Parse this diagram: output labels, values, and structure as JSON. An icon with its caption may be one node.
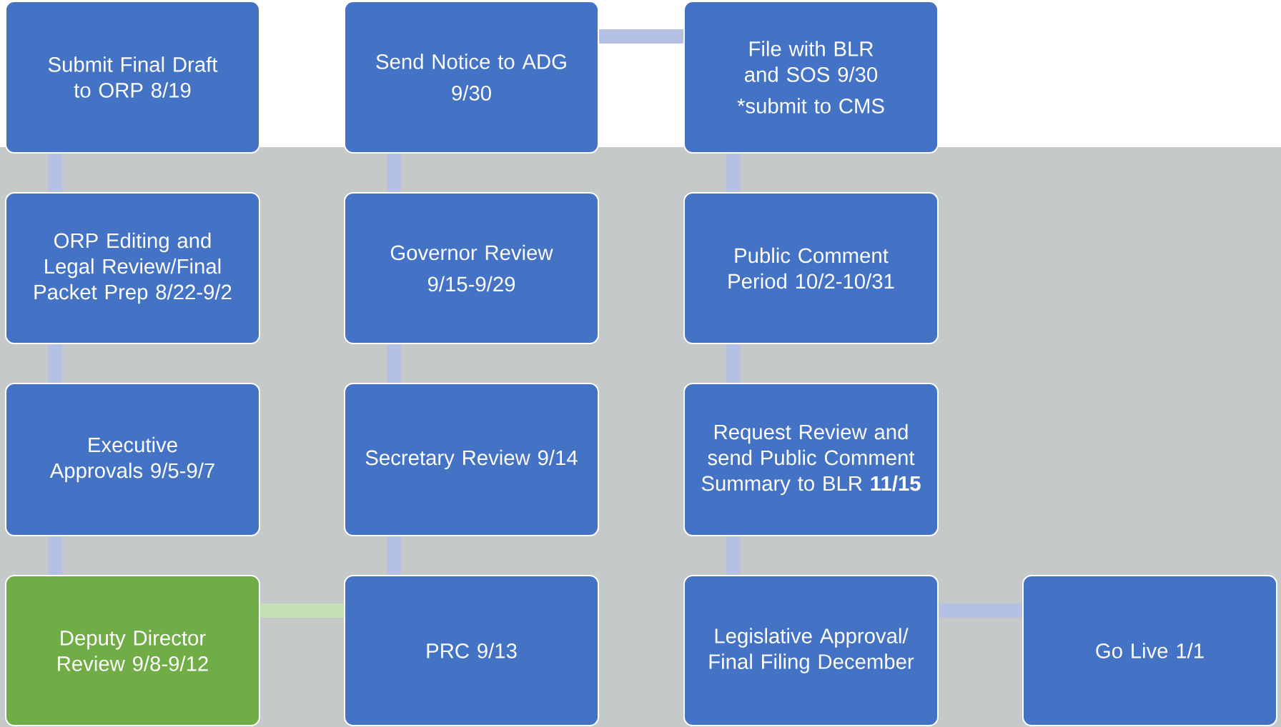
{
  "diagram": {
    "nodes": [
      {
        "text": [
          "Submit Final Draft to ORP 8/19"
        ]
      },
      {
        "text": [
          "Send Notice to ADG",
          "9/30"
        ]
      },
      {
        "text": [
          "File with BLR and SOS 9/30",
          "*submit to CMS"
        ]
      },
      {
        "text": [
          "ORP Editing and Legal Review/Final Packet Prep 8/22-9/2"
        ]
      },
      {
        "text": [
          "Governor Review",
          "9/15-9/29"
        ]
      },
      {
        "text": [
          "Public Comment Period 10/2-10/31"
        ]
      },
      {
        "text": [
          "Executive Approvals 9/5-9/7"
        ]
      },
      {
        "text": [
          "Secretary Review 9/14"
        ]
      },
      {
        "text": [
          "Request Review and send Public Comment Summary to BLR **11/15**"
        ]
      },
      {
        "text": [
          "Deputy Director Review 9/8-9/12"
        ]
      },
      {
        "text": [
          "PRC 9/13"
        ]
      },
      {
        "text": [
          "Legislative Approval/ Final Filing December"
        ]
      },
      {
        "text": [
          "Go Live 1/1"
        ]
      }
    ],
    "edges": [
      {
        "from": 0,
        "to": 3,
        "arrow": "none"
      },
      {
        "from": 3,
        "to": 6,
        "arrow": "none"
      },
      {
        "from": 6,
        "to": 9,
        "arrow": "none"
      },
      {
        "from": 9,
        "to": 10,
        "arrow": "none",
        "color": "#c5e0b4"
      },
      {
        "from": 10,
        "to": 7,
        "arrow": "none"
      },
      {
        "from": 7,
        "to": 4,
        "arrow": "none"
      },
      {
        "from": 4,
        "to": 1,
        "arrow": "none"
      },
      {
        "from": 1,
        "to": 2,
        "arrow": "none"
      },
      {
        "from": 2,
        "to": 5,
        "arrow": "none"
      },
      {
        "from": 5,
        "to": 8,
        "arrow": "none"
      },
      {
        "from": 8,
        "to": 11,
        "arrow": "none"
      },
      {
        "from": 11,
        "to": 12,
        "arrow": "none"
      }
    ]
  }
}
